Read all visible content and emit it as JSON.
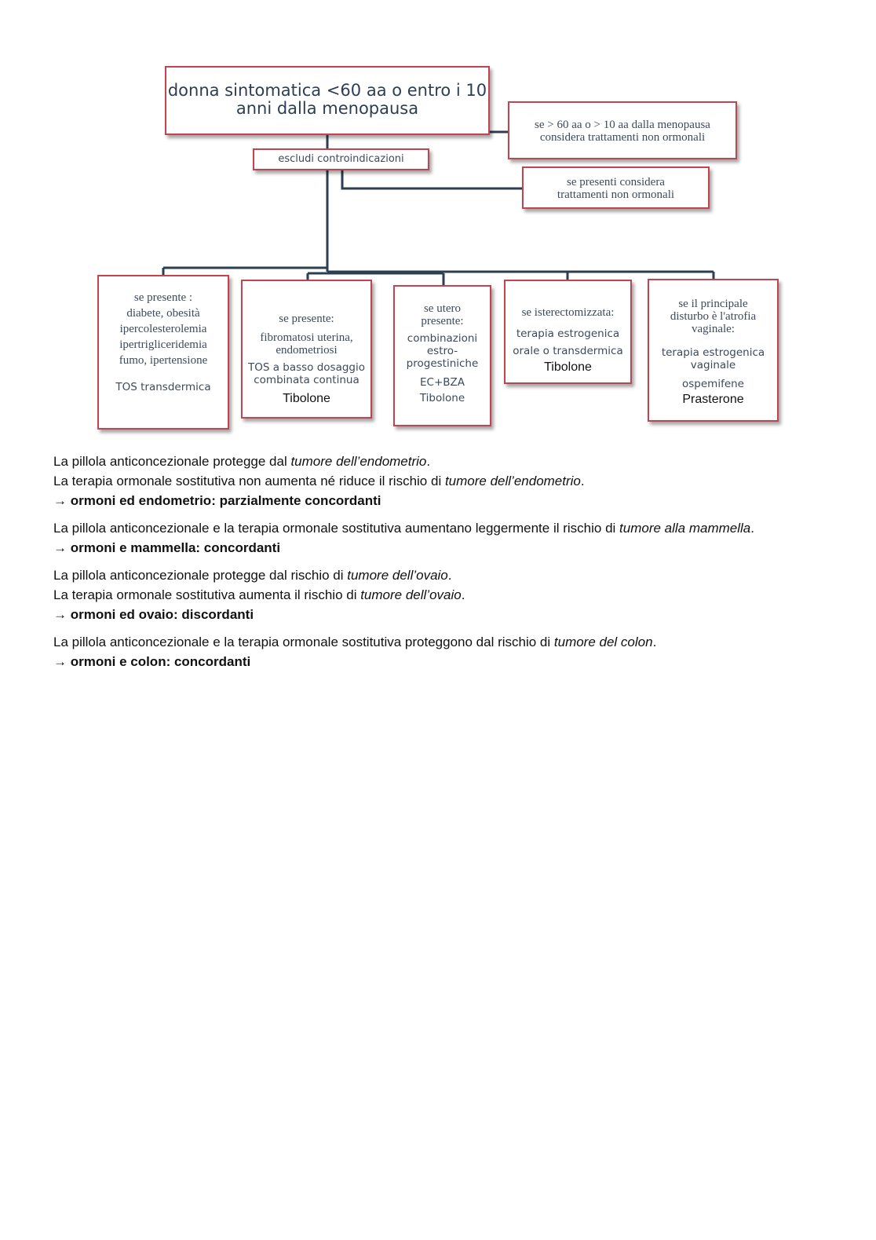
{
  "diagram": {
    "root": {
      "line1": "donna sintomatica <60 aa o entro i 10",
      "line2": "anni dalla menopausa"
    },
    "side_late": {
      "line1": "se > 60 aa o > 10 aa dalla menopausa",
      "line2": "considera trattamenti non ormonali"
    },
    "exclude": "escludi controindicazioni",
    "side_contra": {
      "line1": "se presenti considera",
      "line2": "trattamenti non ormonali"
    },
    "leaves": [
      {
        "lines": [
          "se presente :",
          "diabete, obesità",
          "ipercolesterolemia",
          "ipertrigliceridemia",
          "fumo, ipertensione"
        ],
        "treatment": "TOS transdermica"
      },
      {
        "lines": [
          "se presente:",
          "fibromatosi uterina,",
          "endometriosi"
        ],
        "treatments": [
          "TOS a basso dosaggio",
          "combinata continua"
        ],
        "extra": "Tibolone"
      },
      {
        "lines": [
          "se utero",
          "presente:"
        ],
        "treatments": [
          "combinazioni",
          "estro-",
          "progestiniche",
          "EC+BZA",
          "Tibolone"
        ]
      },
      {
        "lines": [
          "se isterectomizzata:"
        ],
        "treatments": [
          "terapia estrogenica",
          "orale o transdermica"
        ],
        "extra": "Tibolone"
      },
      {
        "lines": [
          "se il principale",
          "disturbo è l'atrofia",
          "vaginale:"
        ],
        "treatments": [
          "terapia estrogenica",
          "vaginale",
          "ospemifene"
        ],
        "extra": "Prasterone"
      }
    ]
  },
  "paragraphs": [
    {
      "s1": {
        "pre": "La pillola anticoncezionale protegge dal ",
        "em": "tumore dell’endometrio",
        "post": "."
      },
      "s2": {
        "pre": "La terapia ormonale sostitutiva non aumenta né riduce il rischio di ",
        "em": "tumore dell’endometrio",
        "post": "."
      },
      "conclusion": "ormoni ed endometrio: parzialmente concordanti"
    },
    {
      "s1": {
        "pre": "La pillola anticoncezionale e la terapia ormonale sostitutiva aumentano leggermente il rischio di ",
        "em": "tumore alla mammella",
        "post": "."
      },
      "conclusion": "ormoni e mammella: concordanti"
    },
    {
      "s1": {
        "pre": "La pillola anticoncezionale protegge dal rischio di ",
        "em": "tumore dell’ovaio",
        "post": "."
      },
      "s2": {
        "pre": "La terapia ormonale sostitutiva aumenta il rischio di ",
        "em": "tumore dell’ovaio",
        "post": "."
      },
      "conclusion": "ormoni ed ovaio: discordanti"
    },
    {
      "s1": {
        "pre": "La pillola anticoncezionale e la terapia ormonale sostitutiva proteggono dal rischio di ",
        "em": "tumore del colon",
        "post": "."
      },
      "conclusion": "ormoni e colon: concordanti"
    }
  ],
  "arrow_glyph": "→"
}
